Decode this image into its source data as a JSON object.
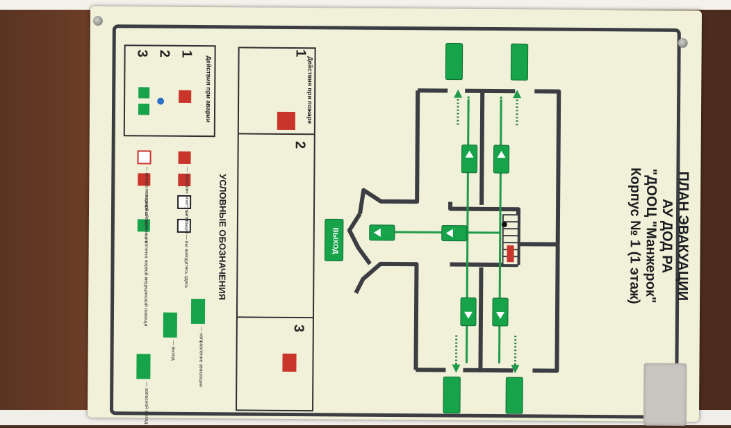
{
  "plan": {
    "title_line1": "ПЛАН ЭВАКУАЦИИ",
    "title_line2": "АУ ДОД РА",
    "title_line3": "\"ДООЦ \"Манжерок\"",
    "title_line4": "Корпус № 1 (1 этаж)"
  },
  "legend": {
    "heading": "УСЛОВНЫЕ ОБОЗНАЧЕНИЯ",
    "items": [
      {
        "label": "— телефон"
      },
      {
        "label": "— огнетушитель"
      },
      {
        "label": "— эл. щит"
      },
      {
        "label": "— вы находитесь здесь"
      },
      {
        "label": "— кнопка пожарной сигнализации"
      },
      {
        "label": "— пожарный кран"
      },
      {
        "label": "— аптечка первой медицинской помощи"
      },
      {
        "label": "— направление эвакуации"
      },
      {
        "label": "— выход"
      },
      {
        "label": "— запасной выход"
      }
    ]
  },
  "instructions": {
    "block1_title": "Действия при пожаре",
    "block1_num": "1",
    "block2_num": "2",
    "block3_num": "3",
    "action_title": "Действия при аварии",
    "action_nums": [
      "1",
      "2",
      "3"
    ]
  },
  "exit_label": "ВЫХОД",
  "colors": {
    "wall": "#3b3d42",
    "route": "#1e9a4a",
    "exit": "#17a34a",
    "fire": "#c9342b",
    "background": "#f1f0d8"
  }
}
